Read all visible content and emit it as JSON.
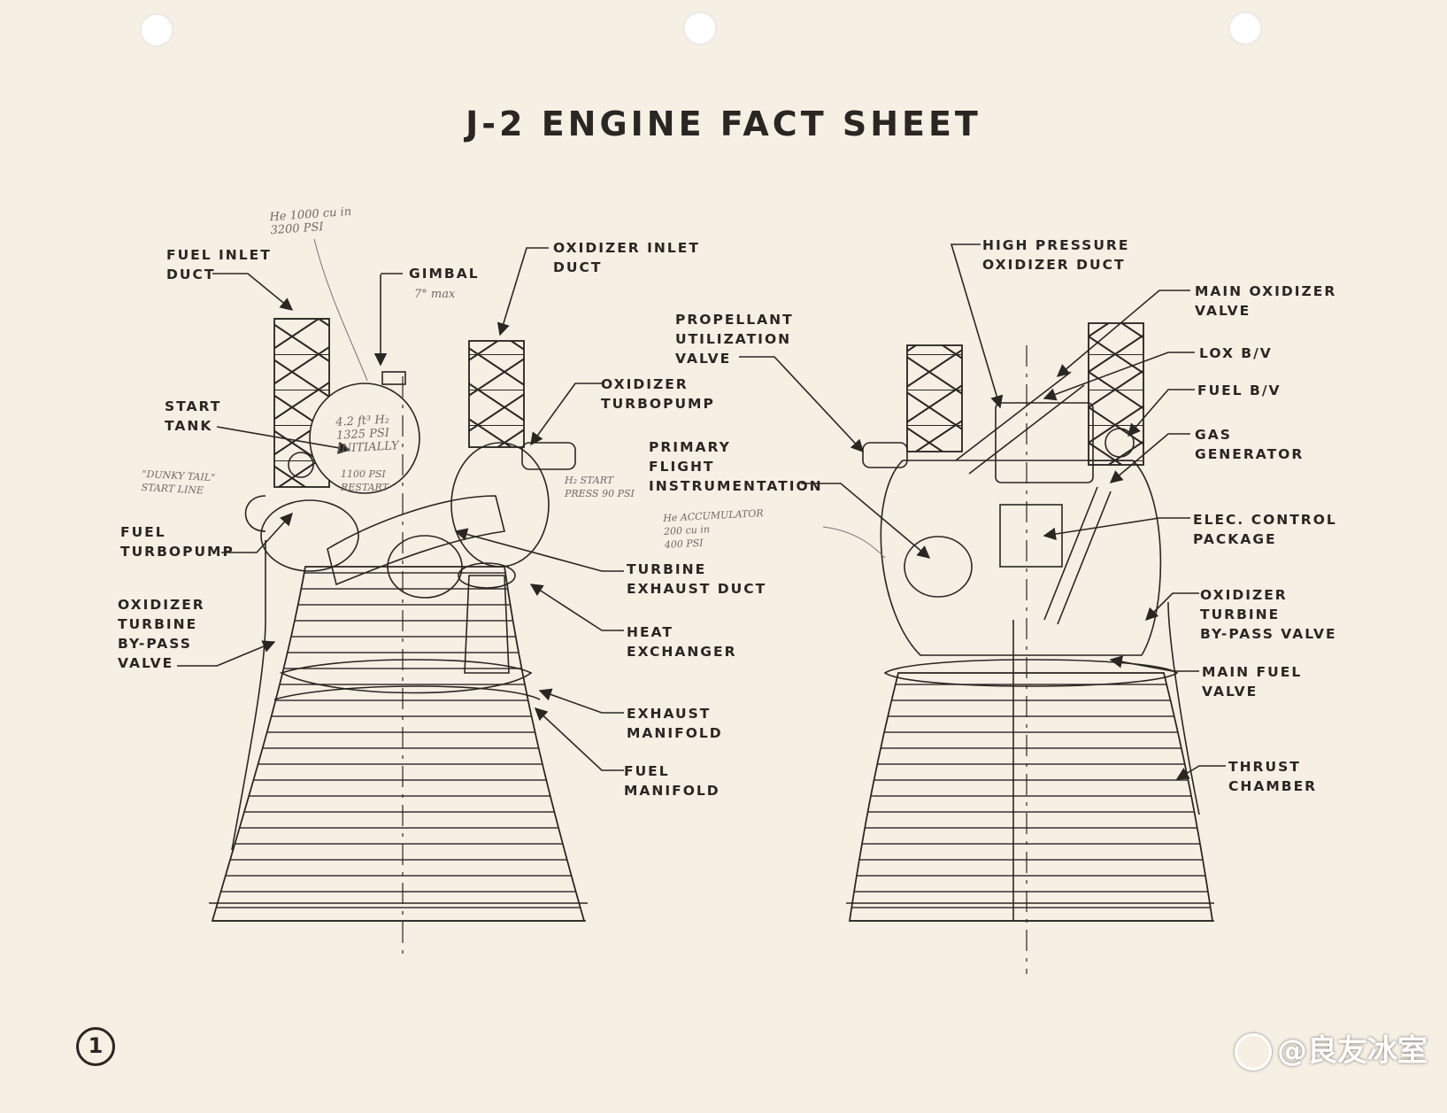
{
  "title": "J-2 ENGINE FACT SHEET",
  "left_view_labels": {
    "fuel_inlet_duct": "FUEL INLET\nDUCT",
    "gimbal": "GIMBAL",
    "oxidizer_inlet_duct": "OXIDIZER INLET\nDUCT",
    "start_tank": "START\nTANK",
    "oxidizer_turbopump": "OXIDIZER\nTURBOPUMP",
    "fuel_turbopump": "FUEL\nTURBOPUMP",
    "oxidizer_turbine_bypass_valve": "OXIDIZER\nTURBINE\nBY-PASS\nVALVE",
    "turbine_exhaust_duct": "TURBINE\nEXHAUST DUCT",
    "heat_exchanger": "HEAT\nEXCHANGER",
    "exhaust_manifold": "EXHAUST\nMANIFOLD",
    "fuel_manifold": "FUEL\nMANIFOLD"
  },
  "right_view_labels": {
    "high_pressure_oxidizer_duct": "HIGH PRESSURE\nOXIDIZER DUCT",
    "main_oxidizer_valve": "MAIN OXIDIZER\nVALVE",
    "propellant_utilization_valve": "PROPELLANT\nUTILIZATION\nVALVE",
    "lox_bv": "LOX B/V",
    "fuel_bv": "FUEL B/V",
    "gas_generator": "GAS\nGENERATOR",
    "primary_flight_instrumentation": "PRIMARY\nFLIGHT\nINSTRUMENTATION",
    "elec_control_package": "ELEC. CONTROL\nPACKAGE",
    "oxidizer_turbine_bypass_valve": "OXIDIZER\nTURBINE\nBY-PASS VALVE",
    "main_fuel_valve": "MAIN FUEL\nVALVE",
    "thrust_chamber": "THRUST\nCHAMBER"
  },
  "handwritten_notes": {
    "he_tank": "He 1000 cu in\n3200 PSI",
    "gimbal_limit": "7° max",
    "start_tank_spec": "4.2 ft³ H₂\n1325 PSI\nINITIALLY",
    "restart": "1100 PSI\nRESTART",
    "dunk_tail": "\"DUNKY TAIL\"\nSTART LINE",
    "h2_start": "H₂ START\nPRESS 90 PSI",
    "he_accumulator": "He ACCUMULATOR\n200 cu in\n400 PSI"
  },
  "page_number": "1",
  "watermark": "@良友冰室",
  "colors": {
    "paper": "#f6efe4",
    "ink": "#2a2622",
    "pencil": "#6e6a66"
  }
}
